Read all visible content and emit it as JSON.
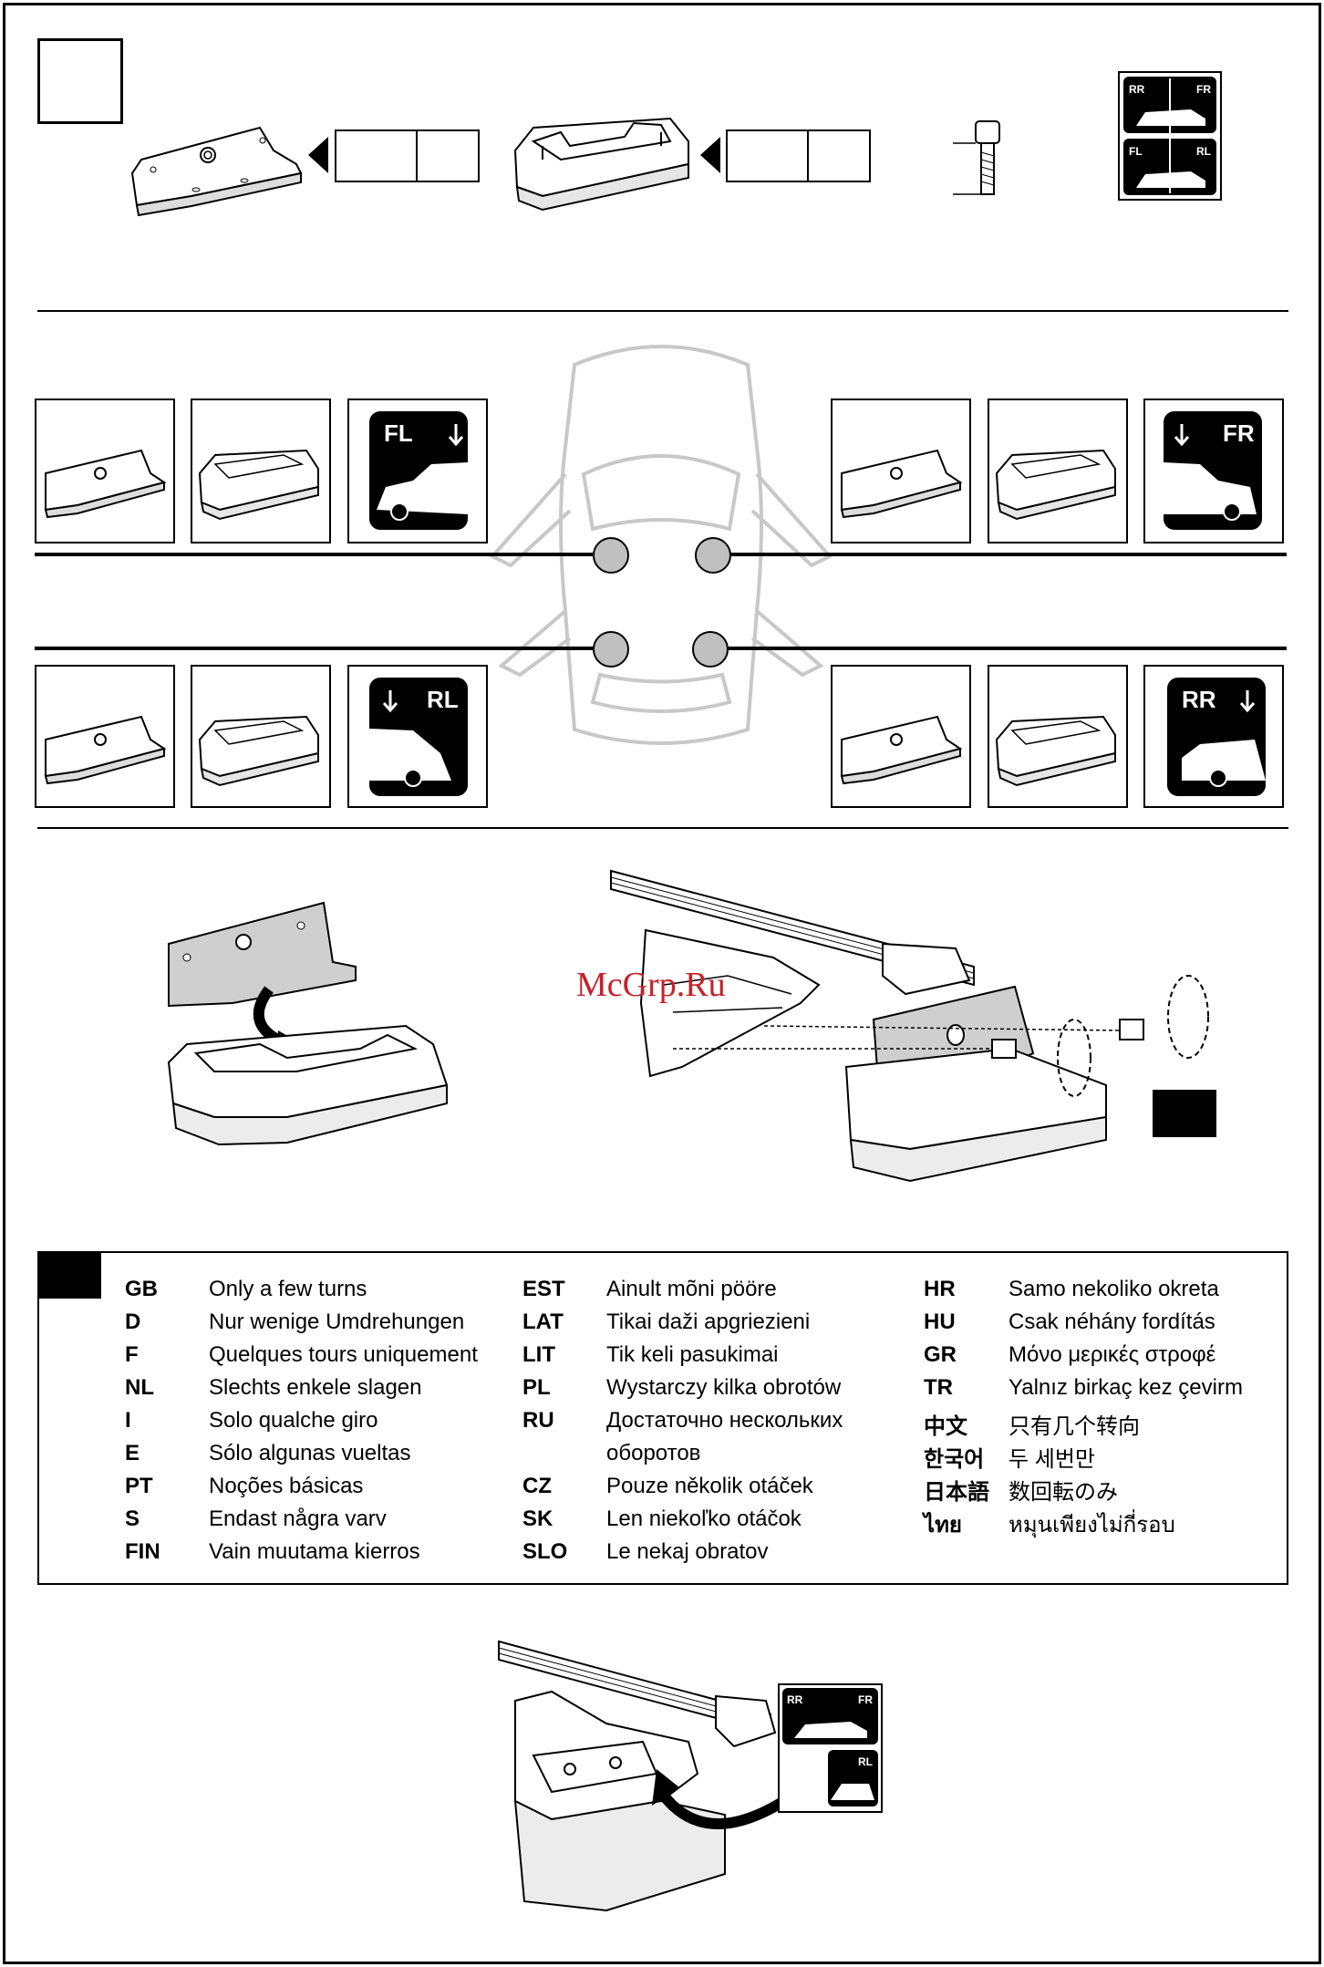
{
  "positions": {
    "fl": "FL",
    "fr": "FR",
    "rl": "RL",
    "rr": "RR"
  },
  "watermark": "McGrp.Ru",
  "legend": {
    "col1": [
      {
        "code": "GB",
        "text": "Only a few turns"
      },
      {
        "code": "D",
        "text": "Nur wenige Umdrehungen"
      },
      {
        "code": "F",
        "text": "Quelques tours uniquement"
      },
      {
        "code": "NL",
        "text": "Slechts enkele slagen"
      },
      {
        "code": "I",
        "text": "Solo qualche giro"
      },
      {
        "code": "E",
        "text": "Sólo algunas vueltas"
      },
      {
        "code": "PT",
        "text": "Noções básicas"
      },
      {
        "code": "S",
        "text": "Endast några varv"
      },
      {
        "code": "FIN",
        "text": "Vain muutama kierros"
      }
    ],
    "col2": [
      {
        "code": "EST",
        "text": "Ainult mõni pööre"
      },
      {
        "code": "LAT",
        "text": "Tikai daži apgriezieni"
      },
      {
        "code": "LIT",
        "text": "Tik keli pasukimai"
      },
      {
        "code": "PL",
        "text": "Wystarczy kilka obrotów"
      },
      {
        "code": "RU",
        "text": "Достаточно нескольких"
      },
      {
        "code": "",
        "text": "оборотов"
      },
      {
        "code": "CZ",
        "text": "Pouze několik otáček"
      },
      {
        "code": "SK",
        "text": "Len niekoľko otáčok"
      },
      {
        "code": "SLO",
        "text": "Le nekaj obratov"
      }
    ],
    "col3": [
      {
        "code": "HR",
        "text": "Samo nekoliko okreta"
      },
      {
        "code": "HU",
        "text": "Csak néhány fordítás"
      },
      {
        "code": "GR",
        "text": "Μόνο μερικές στροφέ"
      },
      {
        "code": "TR",
        "text": "Yalnız birkaç kez çevirm"
      },
      {
        "code": "中文",
        "text": "只有几个转向"
      },
      {
        "code": "한국어",
        "text": "두 세번만"
      },
      {
        "code": "日本語",
        "text": "数回転のみ"
      },
      {
        "code": "ไทย",
        "text": "หมุนเพียงไม่กี่รอบ"
      }
    ]
  },
  "colors": {
    "line": "#000000",
    "car_outline": "#c8c8c8",
    "dot": "#c0c0c0",
    "watermark": "#c8202a"
  }
}
